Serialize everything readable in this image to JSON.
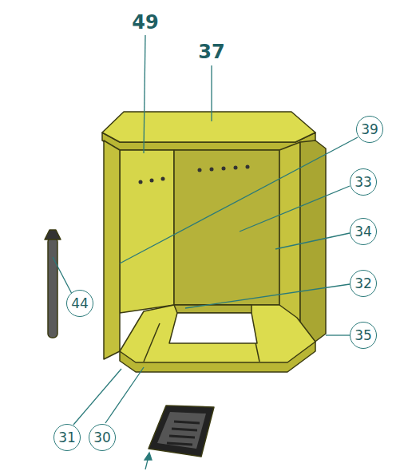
{
  "diagram": {
    "nodes": [
      {
        "text": [
          "39"
        ]
      },
      {
        "text": [
          "33"
        ]
      },
      {
        "text": [
          "34"
        ]
      },
      {
        "text": [
          "32"
        ]
      },
      {
        "text": [
          "35"
        ]
      },
      {
        "text": [
          "44"
        ]
      },
      {
        "text": [
          "31"
        ]
      },
      {
        "text": [
          "30"
        ]
      }
    ],
    "labels": [
      "49",
      "37"
    ]
  }
}
